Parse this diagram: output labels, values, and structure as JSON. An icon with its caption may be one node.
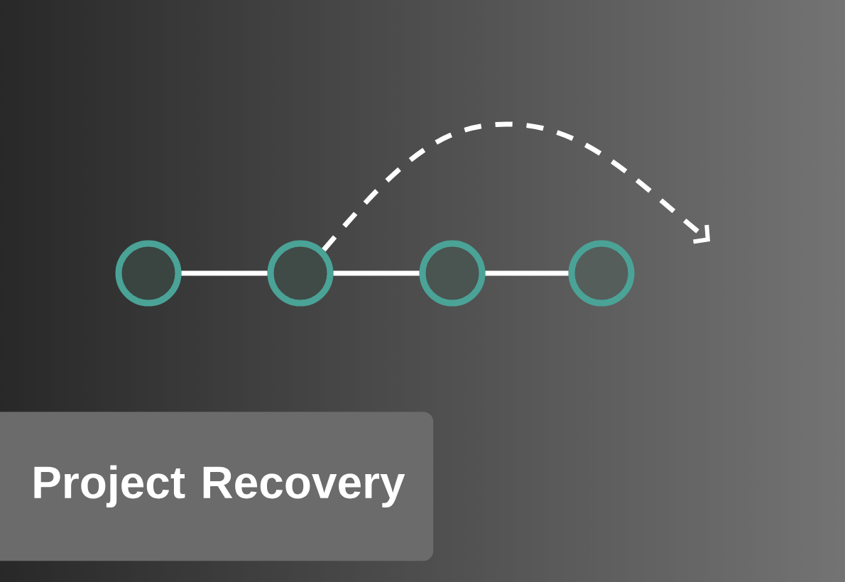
{
  "diagram": {
    "title": "Project Recovery",
    "nodes": [
      {
        "text": [],
        "shape": "circle"
      },
      {
        "text": [],
        "shape": "circle"
      },
      {
        "text": [],
        "shape": "circle"
      },
      {
        "text": [],
        "shape": "circle"
      }
    ],
    "edges": [
      {
        "from": 0,
        "to": 1,
        "arrow": "none"
      },
      {
        "from": 1,
        "to": 2,
        "arrow": "none"
      },
      {
        "from": 2,
        "to": 3,
        "arrow": "none"
      },
      {
        "from": 1,
        "to": null,
        "arrow": "to",
        "style": "dashed"
      }
    ]
  }
}
